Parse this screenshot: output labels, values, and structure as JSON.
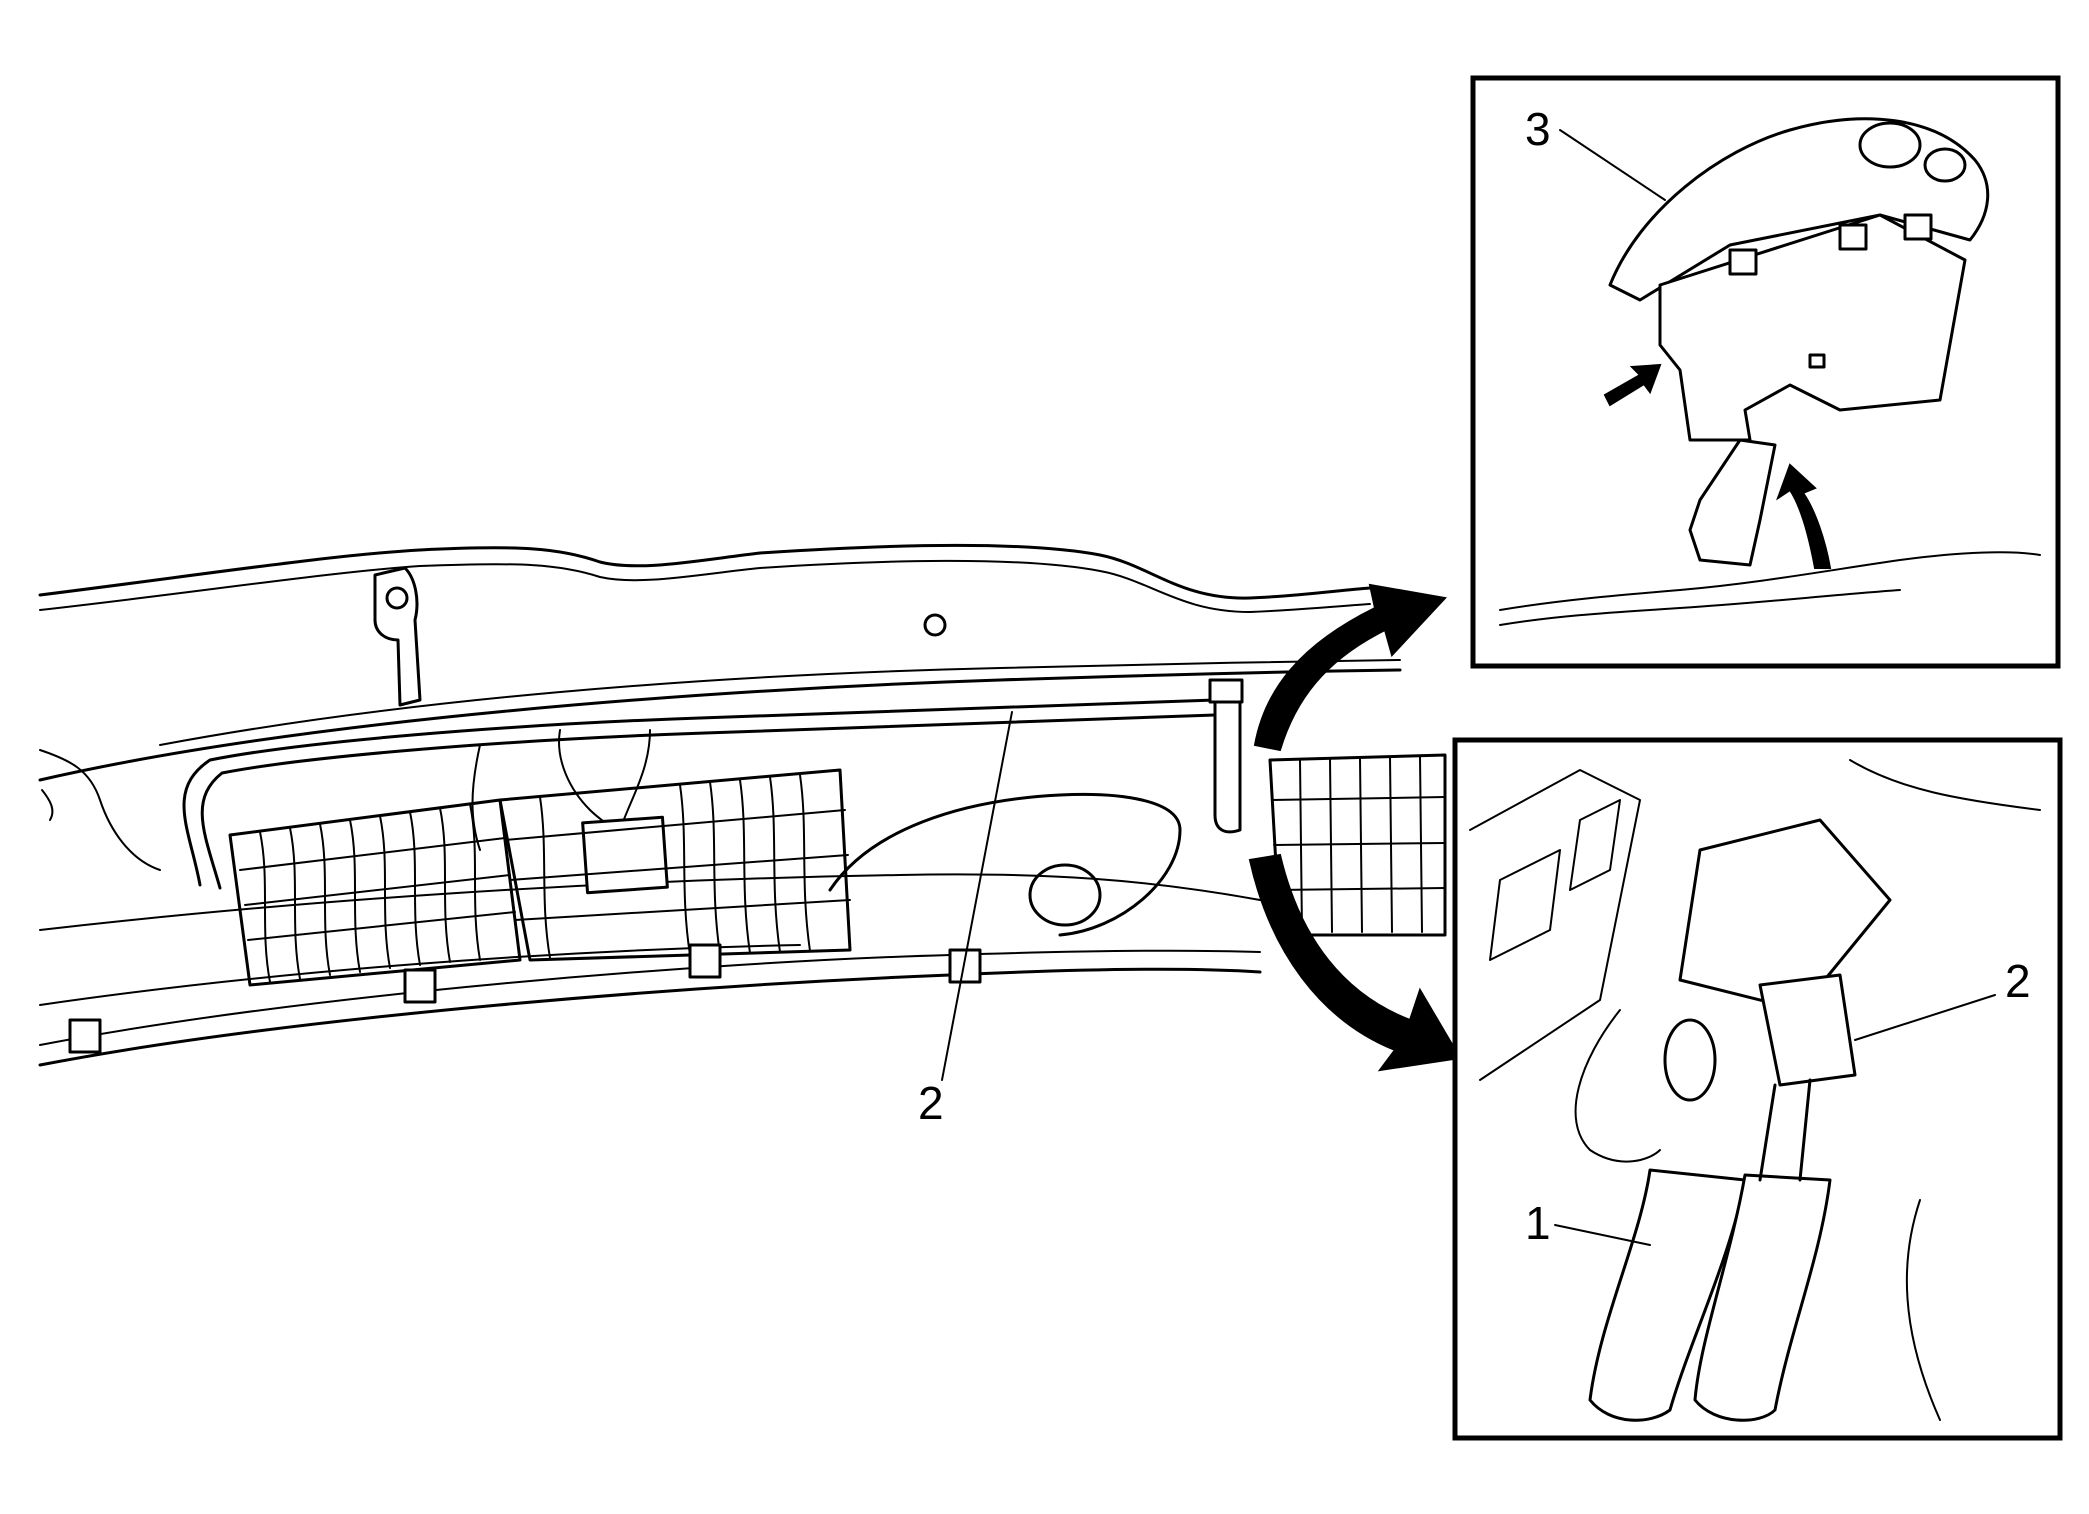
{
  "figure": {
    "main_view": {
      "callouts": [
        {
          "id": "main-2",
          "text": "2"
        }
      ]
    },
    "inset_top": {
      "callouts": [
        {
          "id": "top-3",
          "text": "3"
        }
      ]
    },
    "inset_bottom": {
      "callouts": [
        {
          "id": "bottom-2",
          "text": "2"
        },
        {
          "id": "bottom-1",
          "text": "1"
        }
      ]
    }
  }
}
